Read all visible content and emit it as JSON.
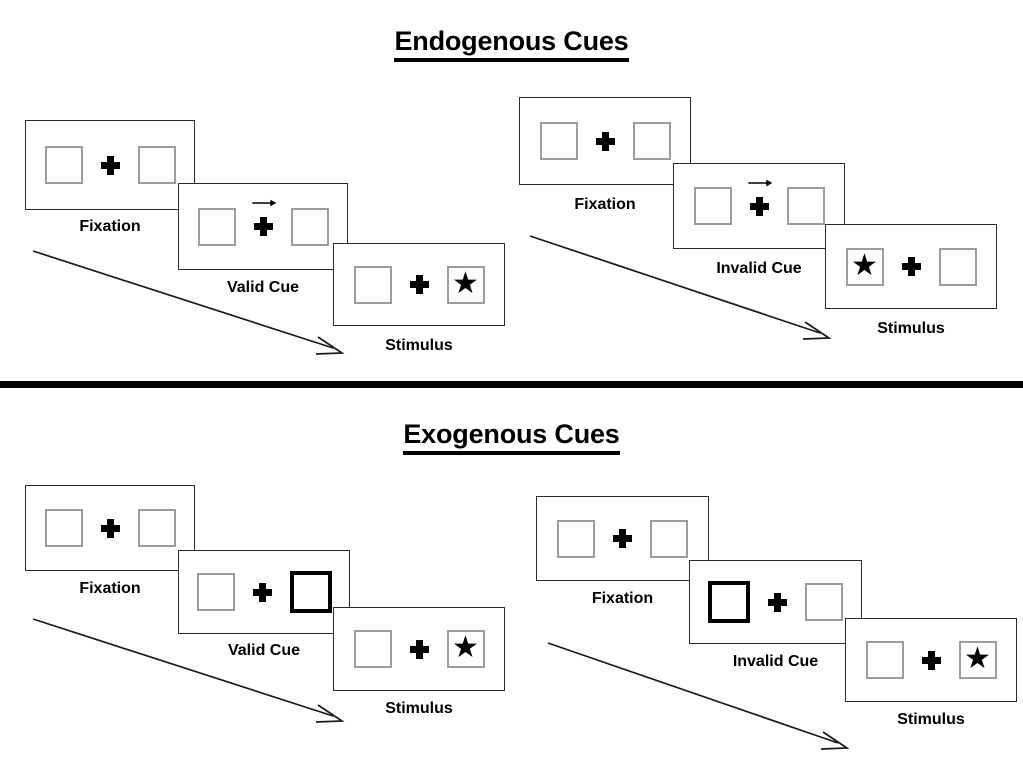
{
  "figure": {
    "title_top": "Endogenous Cues",
    "title_bottom": "Exogenous Cues"
  },
  "sections": [
    {
      "id": "endogenous",
      "title": "Endogenous Cues",
      "conditions": [
        {
          "id": "endogenous-valid",
          "cue_label": "Valid Cue",
          "frames": [
            {
              "label": "Fixation",
              "left_box": "empty",
              "right_box": "empty",
              "center": "plus",
              "cue_arrow": false
            },
            {
              "label": "Valid Cue",
              "left_box": "empty",
              "right_box": "empty",
              "center": "plus",
              "cue_arrow": true,
              "arrow_direction": "right"
            },
            {
              "label": "Stimulus",
              "left_box": "empty",
              "right_box": "star",
              "center": "plus",
              "cue_arrow": false
            }
          ]
        },
        {
          "id": "endogenous-invalid",
          "cue_label": "Invalid Cue",
          "frames": [
            {
              "label": "Fixation",
              "left_box": "empty",
              "right_box": "empty",
              "center": "plus",
              "cue_arrow": false
            },
            {
              "label": "Invalid Cue",
              "left_box": "empty",
              "right_box": "empty",
              "center": "plus",
              "cue_arrow": true,
              "arrow_direction": "right"
            },
            {
              "label": "Stimulus",
              "left_box": "star",
              "right_box": "empty",
              "center": "plus",
              "cue_arrow": false
            }
          ]
        }
      ]
    },
    {
      "id": "exogenous",
      "title": "Exogenous Cues",
      "conditions": [
        {
          "id": "exogenous-valid",
          "cue_label": "Valid Cue",
          "frames": [
            {
              "label": "Fixation",
              "left_box": "empty",
              "right_box": "empty",
              "center": "plus",
              "cue_arrow": false
            },
            {
              "label": "Valid Cue",
              "left_box": "empty",
              "right_box": "cued",
              "center": "plus",
              "cue_arrow": false
            },
            {
              "label": "Stimulus",
              "left_box": "empty",
              "right_box": "star",
              "center": "plus",
              "cue_arrow": false
            }
          ]
        },
        {
          "id": "exogenous-invalid",
          "cue_label": "Invalid Cue",
          "frames": [
            {
              "label": "Fixation",
              "left_box": "empty",
              "right_box": "empty",
              "center": "plus",
              "cue_arrow": false
            },
            {
              "label": "Invalid Cue",
              "left_box": "cued",
              "right_box": "empty",
              "center": "plus",
              "cue_arrow": false
            },
            {
              "label": "Stimulus",
              "left_box": "empty",
              "right_box": "star",
              "center": "plus",
              "cue_arrow": false
            }
          ]
        }
      ]
    }
  ],
  "labels": {
    "fixation": "Fixation",
    "valid_cue": "Valid Cue",
    "invalid_cue": "Invalid Cue",
    "stimulus": "Stimulus"
  },
  "icons": {
    "star": "★",
    "fixation_cross": "plus-icon",
    "cue_arrow": "arrow-right-icon",
    "timeline_arrow": "timeline-arrow-icon"
  },
  "colors": {
    "background": "#ffffff",
    "ink": "#000000",
    "panel_border": "#2b2b2b",
    "box_border": "#9d9d9d",
    "cued_box_border": "#000000",
    "divider": "#000000"
  }
}
